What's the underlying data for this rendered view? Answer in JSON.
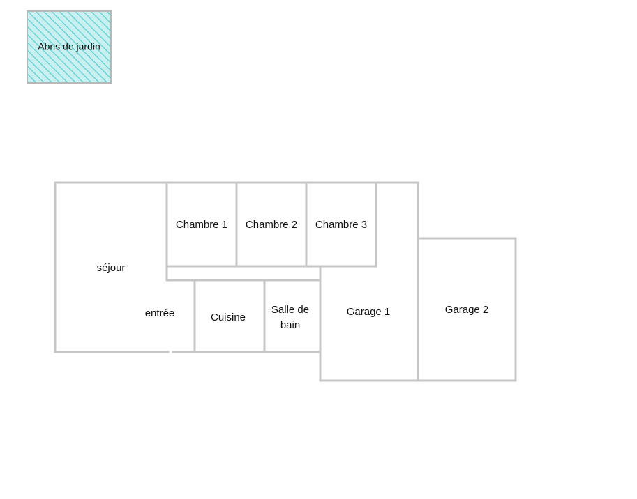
{
  "plan": {
    "shed": {
      "label": "Abris de jardin",
      "fill_color": "#c9f0f0",
      "hatch_color": "#6fd3d3",
      "border_color": "#b8b8b8"
    },
    "wall_color": "#c6c6c6",
    "rooms": {
      "sejour": "séjour",
      "chambre1": "Chambre 1",
      "chambre2": "Chambre 2",
      "chambre3": "Chambre 3",
      "entree": "entrée",
      "cuisine": "Cuisine",
      "salle_de_bain_line1": "Salle de",
      "salle_de_bain_line2": "bain",
      "garage1": "Garage 1",
      "garage2": "Garage 2"
    }
  }
}
